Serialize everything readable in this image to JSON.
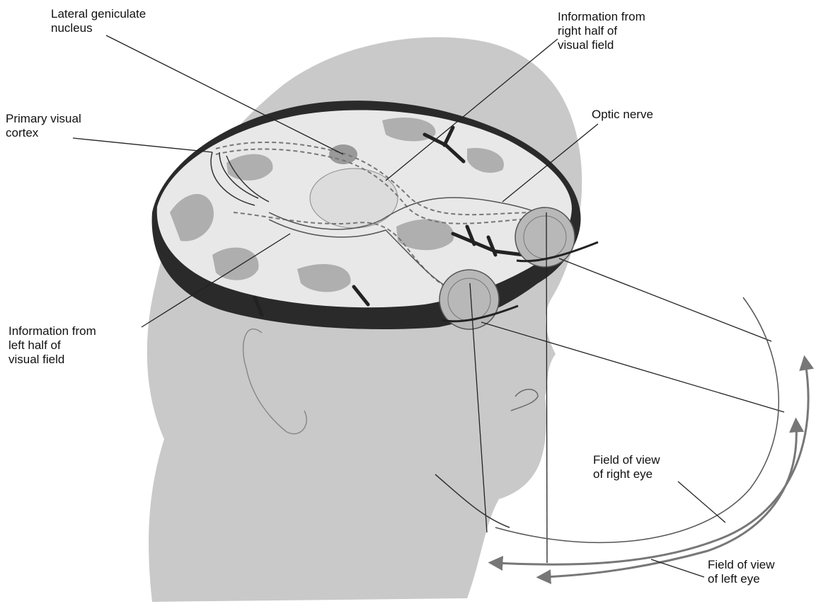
{
  "labels": {
    "lateral_geniculate_nucleus": "Lateral geniculate\nnucleus",
    "info_right_half": "Information from\nright half of\nvisual field",
    "primary_visual_cortex": "Primary visual\ncortex",
    "optic_nerve": "Optic nerve",
    "info_left_half": "Information from\nleft half of\nvisual field",
    "field_of_view_right_eye": "Field of view\nof right eye",
    "field_of_view_left_eye": "Field of view\nof left eye"
  },
  "colors": {
    "head_fill": "#c9c9c9",
    "brain_light": "#e8e8e8",
    "brain_mid": "#a8a8a8",
    "brain_dark": "#2a2a2a",
    "line": "#222222",
    "arrow": "#777777"
  }
}
